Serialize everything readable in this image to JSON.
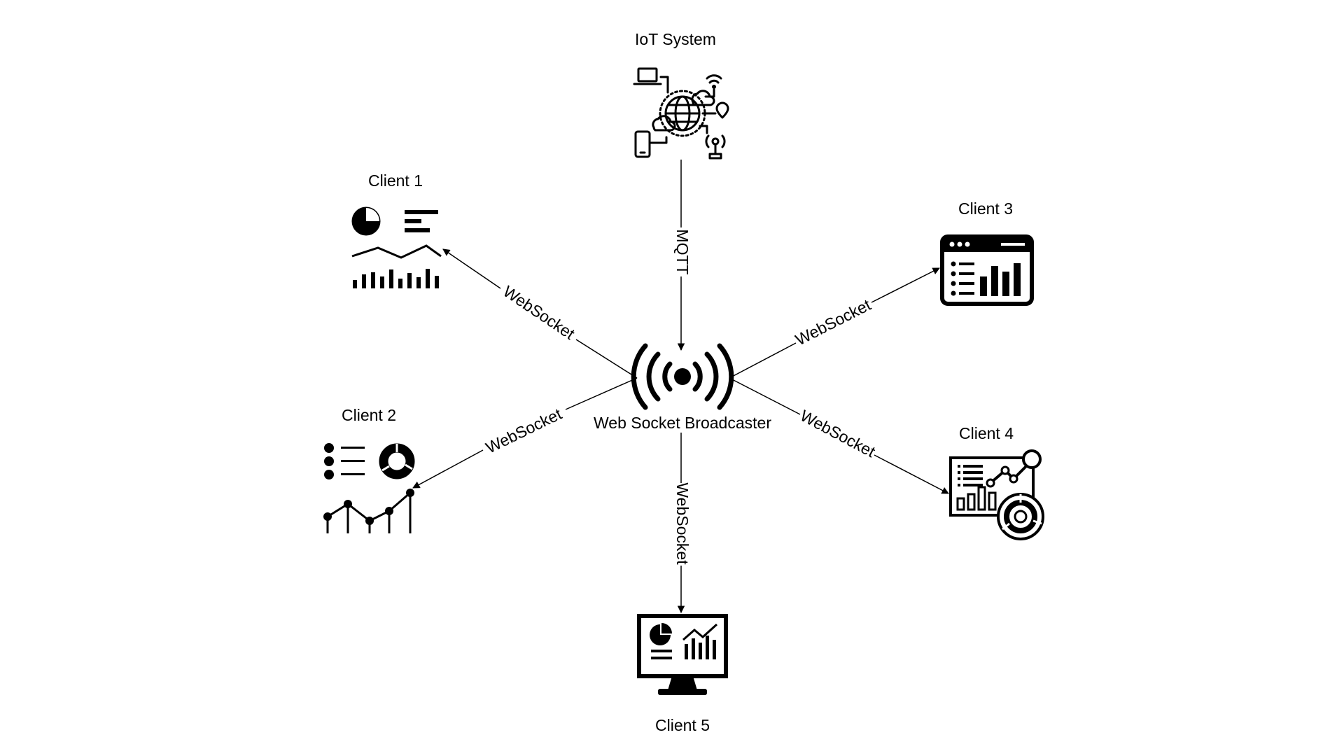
{
  "diagram": {
    "hub": {
      "label": "Web Socket Broadcaster",
      "icon": "broadcast-icon"
    },
    "source": {
      "label": "IoT System",
      "icon": "iot-network-icon"
    },
    "clients": [
      {
        "label": "Client 1",
        "icon": "analytics-dashboard-icon"
      },
      {
        "label": "Client 2",
        "icon": "chart-report-icon"
      },
      {
        "label": "Client 3",
        "icon": "browser-dashboard-icon"
      },
      {
        "label": "Client 4",
        "icon": "analytics-report-icon"
      },
      {
        "label": "Client 5",
        "icon": "monitor-dashboard-icon"
      }
    ],
    "edges": [
      {
        "from": "IoT System",
        "to": "Web Socket Broadcaster",
        "label": "MQTT"
      },
      {
        "from": "Web Socket Broadcaster",
        "to": "Client 1",
        "label": "WebSocket"
      },
      {
        "from": "Web Socket Broadcaster",
        "to": "Client 2",
        "label": "WebSocket"
      },
      {
        "from": "Web Socket Broadcaster",
        "to": "Client 3",
        "label": "WebSocket"
      },
      {
        "from": "Web Socket Broadcaster",
        "to": "Client 4",
        "label": "WebSocket"
      },
      {
        "from": "Web Socket Broadcaster",
        "to": "Client 5",
        "label": "WebSocket"
      }
    ]
  }
}
